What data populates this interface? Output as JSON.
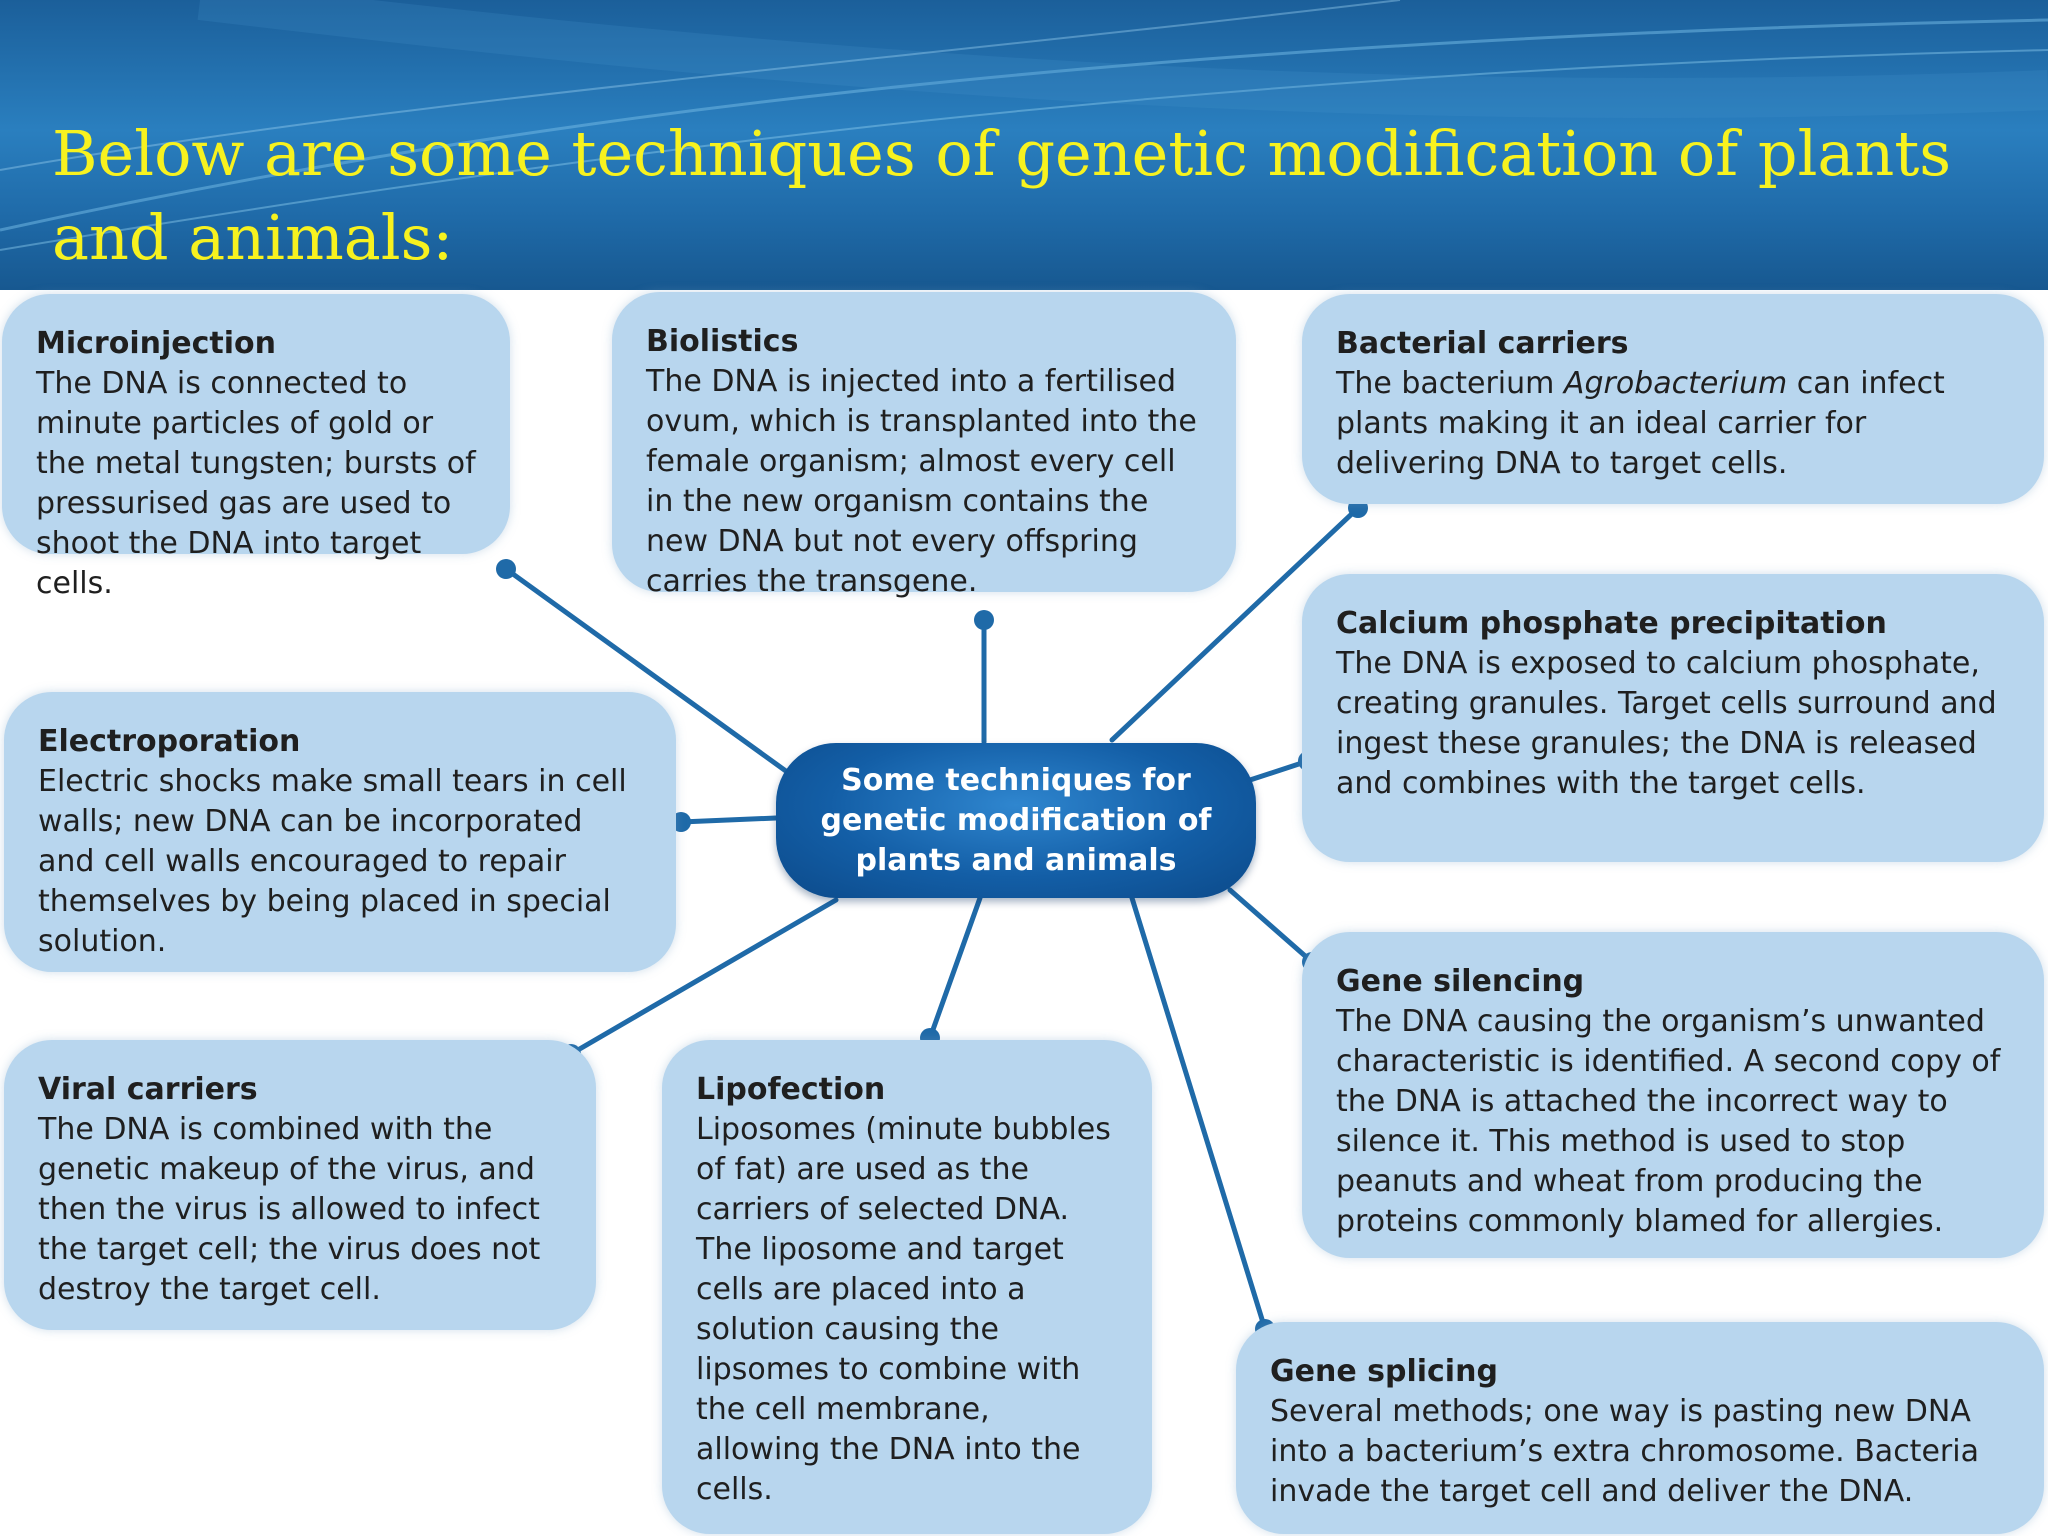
{
  "slide": {
    "title": "Below are some techniques of genetic modification of plants and animals:"
  },
  "colors": {
    "header_blue": "#1f6aa8",
    "title_yellow": "#f7f21f",
    "box_fill": "#b8d6ee",
    "connector_blue": "#1f6aa8",
    "center_fill": "#135ea6"
  },
  "center": {
    "label": "Some techniques for genetic modification of plants and animals"
  },
  "techniques": {
    "microinjection": {
      "title": "Microinjection",
      "text": "The DNA is connected to minute particles of gold or the metal tungsten; bursts of pressurised gas are used to shoot the DNA into target cells."
    },
    "biolistics": {
      "title": "Biolistics",
      "text": "The DNA is injected into a fertilised ovum, which is transplanted into the female organism; almost every cell in the new organism contains the new DNA but not every offspring carries the transgene."
    },
    "bacterial_carriers": {
      "title": "Bacterial carriers",
      "text_before": "The bacterium ",
      "text_italic": "Agrobacterium",
      "text_after": " can infect plants making it an ideal carrier for delivering DNA to target cells."
    },
    "electroporation": {
      "title": "Electroporation",
      "text": "Electric shocks make small tears in cell walls; new DNA can be incorporated and cell walls encouraged to repair themselves by being placed in special solution."
    },
    "calcium_phosphate": {
      "title": "Calcium phosphate precipitation",
      "text": "The DNA is exposed to calcium phosphate, creating granules. Target cells surround and ingest these granules; the DNA is released and combines with the target cells."
    },
    "viral_carriers": {
      "title": "Viral carriers",
      "text": "The DNA is combined with the genetic makeup of the virus, and then the virus is allowed to infect the target cell; the virus does not destroy the target cell."
    },
    "lipofection": {
      "title": "Lipofection",
      "text": "Liposomes (minute bubbles of fat) are used as the carriers of selected DNA. The liposome and target cells are placed into a solution causing the lipsomes to combine with the cell membrane, allowing the DNA into the cells."
    },
    "gene_silencing": {
      "title": "Gene silencing",
      "text": "The DNA causing the organism’s unwanted characteristic is identified. A second copy of the DNA is attached the incorrect way to silence it. This method is used to stop peanuts and wheat from producing the proteins commonly blamed for allergies."
    },
    "gene_splicing": {
      "title": "Gene splicing",
      "text": "Several methods; one way is pasting new DNA into a bacterium’s extra chromosome. Bacteria invade the target cell and deliver the DNA."
    }
  }
}
